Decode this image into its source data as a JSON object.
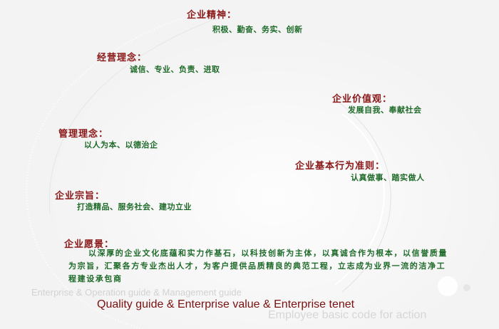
{
  "sections": {
    "spirit": {
      "heading": "企业精神：",
      "value": "积极、勤奋、务实、创新"
    },
    "operation": {
      "heading": "经营理念：",
      "value": "诚信、专业、负责、进取"
    },
    "values": {
      "heading": "企业价值观：",
      "value": "发展自我、奉献社会"
    },
    "management": {
      "heading": "管理理念：",
      "value": "以人为本、以德治企"
    },
    "conduct": {
      "heading": "企业基本行为准则：",
      "value": "认真做事、踏实做人"
    },
    "tenet": {
      "heading": "企业宗旨：",
      "value": "打造精品、服务社会、建功立业"
    },
    "vision": {
      "heading": "企业愿景：",
      "text": "以深厚的企业文化底蕴和实力作基石，以科技创新为主体，以真诚合作为根本，以信誉质量为宗旨，汇聚各方专业杰出人才，为客户提供品质精良的典范工程，立志成为业界一流的洁净工程建设承包商"
    }
  },
  "captions": {
    "ghost_top": "Enterprise & Operation guide & Management guide",
    "main": "Quality guide & Enterprise value & Enterprise tenet",
    "ghost_bottom": "Employee basic code for action"
  },
  "colors": {
    "heading": "#8b1a1a",
    "value": "#1f6b2a",
    "background": "#f3f3f3"
  }
}
